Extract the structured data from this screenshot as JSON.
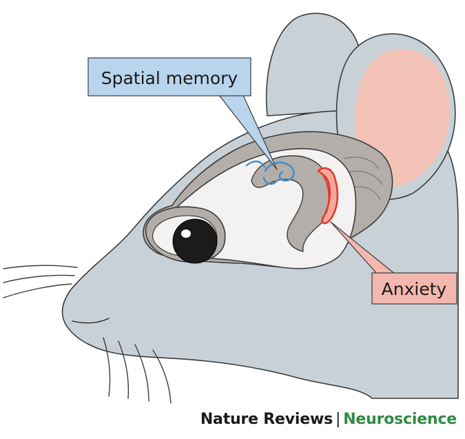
{
  "labels": {
    "spatial_memory": "Spatial memory",
    "anxiety": "Anxiety"
  },
  "credit": {
    "journal": "Nature Reviews",
    "separator": "|",
    "section": "Neuroscience"
  },
  "colors": {
    "head": "#c9d1d8",
    "outline": "#3a3a3a",
    "ear_inner": "#f2c3b6",
    "brain_outer": "#b4aeab",
    "brain_inner": "#f3f1f1",
    "dorsal_hippocampus": "#3f8fd2",
    "ventral_hippocampus": "#e23a2a",
    "spatial_box": "#b9d5ee",
    "anxiety_box": "#f2b7ae",
    "brand_green": "#2e8b44"
  },
  "icons": [
    "mouse-head-illustration",
    "eye-icon"
  ]
}
